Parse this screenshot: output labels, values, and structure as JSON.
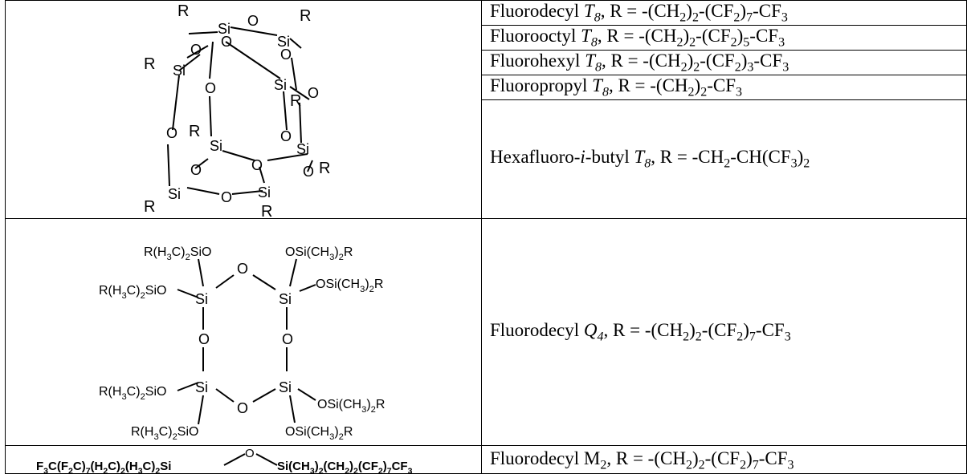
{
  "rows": [
    {
      "t": [
        "Fluorodecyl ",
        "T8",
        ", R = -(CH2)2-(CF2)7-CF3"
      ]
    },
    {
      "t": [
        "Fluorooctyl ",
        "T8",
        ", R = -(CH2)2-(CF2)5-CF3"
      ]
    },
    {
      "t": [
        "Fluorohexyl ",
        "T8",
        ", R = -(CH2)2-(CF2)3-CF3"
      ]
    },
    {
      "t": [
        "Fluoropropyl ",
        "T8",
        ", R = -(CH2)2-CF3"
      ]
    },
    {
      "t": [
        "Hexafluoro-",
        "i",
        "-butyl ",
        "T8",
        ", R = -CH2-CH(CF3)2"
      ]
    },
    {
      "t": [
        "Fluorodecyl ",
        "Q4",
        ", R = -(CH2)2-(CF2)7-CF3"
      ]
    },
    {
      "t": [
        "Fluorodecyl M2, R = -(CH2)2-(CF2)7-CF3"
      ]
    }
  ],
  "structures": {
    "t8": {
      "si": "Si",
      "o": "O",
      "r": "R"
    },
    "q4": {
      "si": "Si",
      "o": "O",
      "sub": "R(H3C)2SiO",
      "sub_r": "OSi(CH3)2R"
    },
    "m2": {
      "left": "F3C(F2C)7(H2C)2(H3C)2Si",
      "o": "O",
      "right": "Si(CH3)2(CH2)2(CF2)7CF3"
    }
  }
}
